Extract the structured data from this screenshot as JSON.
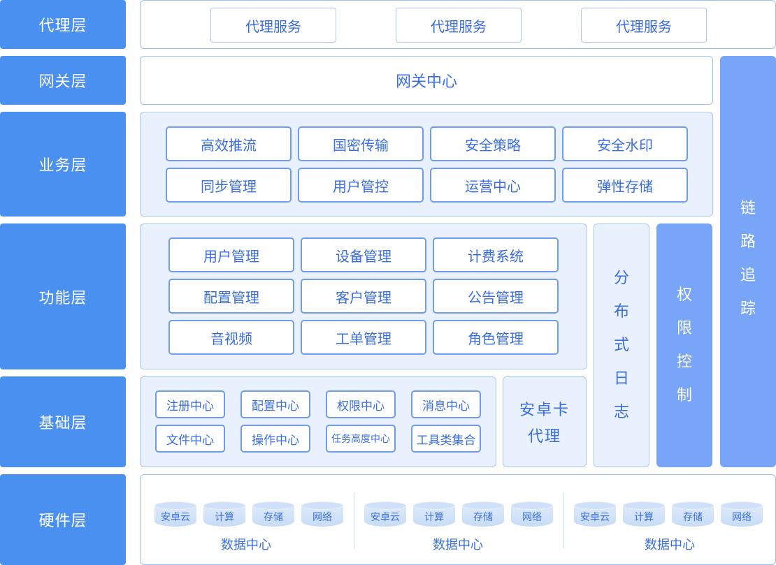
{
  "layers": {
    "proxy": "代理层",
    "gateway": "网关层",
    "business": "业务层",
    "function": "功能层",
    "base": "基础层",
    "hardware": "硬件层"
  },
  "proxy_services": [
    "代理服务",
    "代理服务",
    "代理服务"
  ],
  "gateway_center": "网关中心",
  "business_items": [
    "高效推流",
    "国密传输",
    "安全策略",
    "安全水印",
    "同步管理",
    "用户管控",
    "运营中心",
    "弹性存储"
  ],
  "function_items": [
    "用户管理",
    "设备管理",
    "计费系统",
    "配置管理",
    "客户管理",
    "公告管理",
    "音视频",
    "工单管理",
    "角色管理"
  ],
  "base_items": [
    "注册中心",
    "配置中心",
    "权限中心",
    "消息中心",
    "文件中心",
    "操作中心",
    "任务高度中心",
    "工具类集合"
  ],
  "android_card_agent": [
    "安卓卡",
    "代理"
  ],
  "distributed_log": [
    "分",
    "布",
    "式",
    "日",
    "志"
  ],
  "permission_control": [
    "权",
    "限",
    "控",
    "制"
  ],
  "link_tracing": [
    "链",
    "路",
    "追",
    "踪"
  ],
  "data_centers": [
    {
      "label": "数据中心",
      "items": [
        "安卓云",
        "计算",
        "存储",
        "网络"
      ]
    },
    {
      "label": "数据中心",
      "items": [
        "安卓云",
        "计算",
        "存储",
        "网络"
      ]
    },
    {
      "label": "数据中心",
      "items": [
        "安卓云",
        "计算",
        "存储",
        "网络"
      ]
    }
  ],
  "colors": {
    "layer_label_bg": "#4a90f0",
    "accent_text": "#3a6ee0",
    "panel_light_bg": "#e8f1fd",
    "solid_column_bg": "#78a5f7"
  }
}
